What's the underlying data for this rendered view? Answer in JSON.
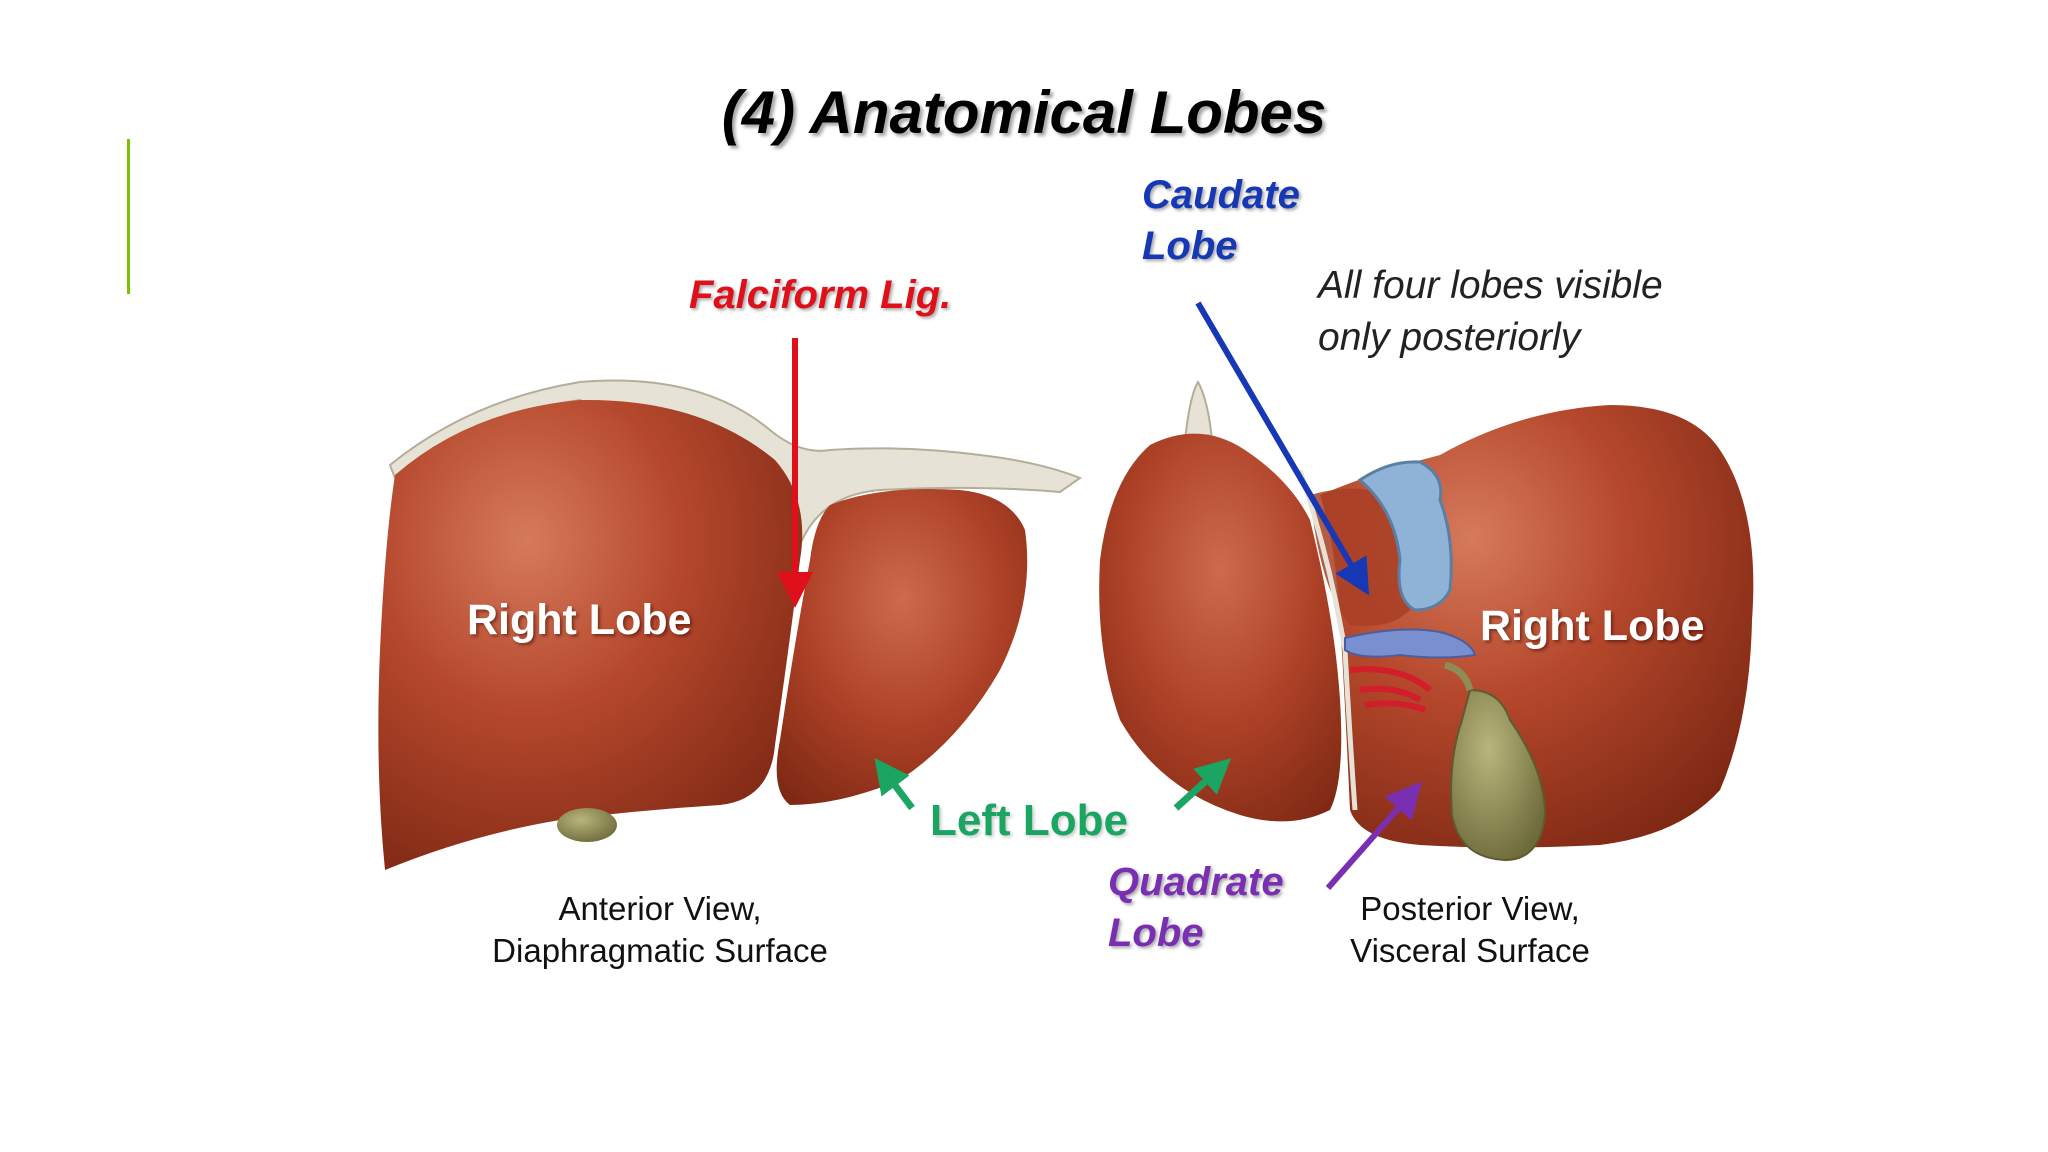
{
  "slide": {
    "accent_color": "#7cc200"
  },
  "figure": {
    "title": "(4) Anatomical Lobes",
    "note": {
      "line1": "All four lobes visible",
      "line2": "only posteriorly"
    },
    "labels": {
      "falciform": {
        "text": "Falciform Lig.",
        "color": "#e0101a"
      },
      "caudate": {
        "line1": "Caudate",
        "line2": "Lobe",
        "color": "#1638b5"
      },
      "quadrate": {
        "line1": "Quadrate",
        "line2": "Lobe",
        "color": "#7a2fb3"
      },
      "left_lobe": {
        "text": "Left Lobe",
        "color": "#1aa562"
      },
      "right_lobe_anterior": "Right Lobe",
      "right_lobe_posterior": "Right Lobe"
    },
    "captions": {
      "anterior": {
        "line1": "Anterior View,",
        "line2": "Diaphragmatic Surface"
      },
      "posterior": {
        "line1": "Posterior View,",
        "line2": "Visceral Surface"
      }
    },
    "colors": {
      "liver": "#b5482c",
      "liver_dark": "#8a2e1a",
      "ligament": "#e6e2d6",
      "gallbladder": "#8e8d56",
      "vena_cava": "#8fb3d6"
    }
  }
}
